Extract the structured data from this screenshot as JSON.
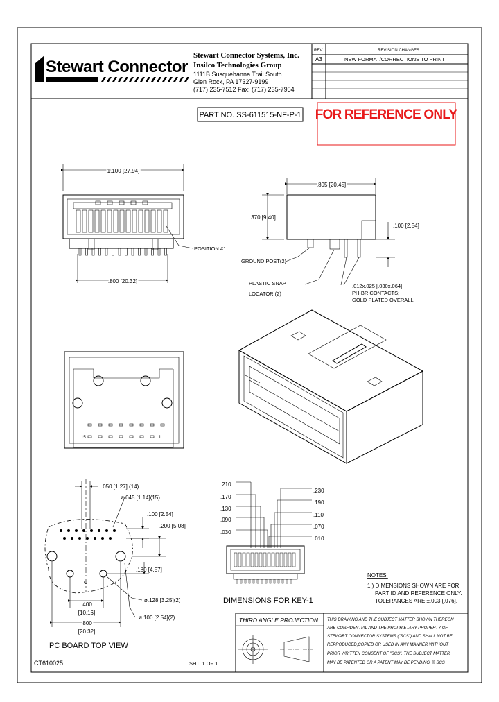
{
  "brand": {
    "logo_text": "Stewart Connector",
    "company_lines": [
      "Stewart Connector Systems, Inc.",
      "Insilco Technologies Group",
      "1111B Susquehanna Trail South",
      "Glen Rock, PA   17327-9199",
      "(717) 235-7512   Fax: (717) 235-7954"
    ]
  },
  "revision": {
    "rev_header": "REV.",
    "changes_header": "REVISION CHANGES",
    "rows": [
      {
        "rev": "A3",
        "change": "NEW FORMAT/CORRECTIONS TO PRINT"
      }
    ]
  },
  "part_number": "PART NO. SS-611515-NF-P-1",
  "stamp": "FOR REFERENCE ONLY",
  "front_view": {
    "width_dim": "1.100 [27.94]",
    "pitch_dim": ".800 [20.32]",
    "position_label": "POSITION #1"
  },
  "side_view": {
    "depth_dim": ".805 [20.45]",
    "height_dim": ".370 [9.40]",
    "offset_dim": ".100 [2.54]",
    "ground_post": "GROUND POST(2)",
    "snap_locator": [
      "PLASTIC SNAP",
      "LOCATOR (2)"
    ],
    "contacts": [
      ".012x.025 [.030x.064]",
      "PH-BR CONTACTS;",
      "GOLD PLATED OVERALL"
    ]
  },
  "bottom_view": {
    "pin_left": "15",
    "pin_right": "1"
  },
  "pcb_view": {
    "dims": [
      ".050 [1.27] (14)",
      "ø.045 [1.14](15)",
      ".100 [2.54]",
      ".200 [5.08]",
      ".180 [4.57]",
      "ø.128 [3.25](2)",
      "ø.100 [2.54](2)",
      ".400",
      "[10.16]",
      ".800",
      "[20.32]"
    ],
    "centerline": "C",
    "title": "PC BOARD TOP VIEW"
  },
  "key_view": {
    "left_dims": [
      ".210",
      ".170",
      ".130",
      ".090",
      ".030"
    ],
    "right_dims": [
      ".230",
      ".190",
      ".110",
      ".070",
      ".010"
    ],
    "title": "DIMENSIONS FOR KEY-1"
  },
  "notes": {
    "heading": "NOTES:",
    "lines": [
      "1.) DIMENSIONS SHOWN ARE FOR",
      "PART ID AND REFERENCE ONLY.",
      "TOLERANCES ARE ±.003 [.076]."
    ]
  },
  "projection": "THIRD ANGLE PROJECTION",
  "confidential": [
    "THIS DRAWING AND THE SUBJECT MATTER SHOWN THEREON",
    "ARE CONFIDENTIAL AND THE PROPRIETARY PROPERTY OF",
    "STEWART CONNECTOR SYSTEMS (\"SCS\") AND SHALL NOT BE",
    "REPRODUCED,COPIED OR USED IN ANY MANNER WITHOUT",
    "PRIOR WRITTEN CONSENT OF \"SCS\".  THE SUBJECT MATTER",
    "MAY BE PATENTED OR A PATENT MAY BE PENDING.  © SCS"
  ],
  "drawing_number": "CT610025",
  "sheet": "SHT. 1 OF 1",
  "colors": {
    "stamp": "#e8191a",
    "ink": "#000000"
  }
}
